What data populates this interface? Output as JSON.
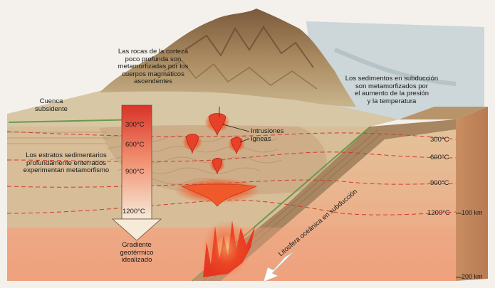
{
  "labels": {
    "upper_crust": "Las rocas de la corteza\npoco profunda son\nmetamorfizadas por los\ncuerpos magmáticos\nascendentes",
    "subducted_sediments": "Los sedimentos en subducción\nson metamorfizados por\nel aumento de la presión\ny la temperatura",
    "basin": "Cuenca\nsubsidente",
    "strata": "Los estratos sedimentarios\nprofundamente enterrados\nexperimentan metamorfismo",
    "intrusions": "Intrusiones\nígneas",
    "gradient": "Gradiente\ngeotérmico\nidealizado",
    "oceanic_lithosphere": "Litosfera oceánica en subducción"
  },
  "gradient_temps": [
    "300°C",
    "600°C",
    "900°C",
    "1200°C"
  ],
  "slab_temps": [
    "300°C",
    "600°C",
    "900°C",
    "1200°C"
  ],
  "depths": [
    "100 km",
    "200 km"
  ],
  "colors": {
    "block_fill": "#d9b48a",
    "mantle": "#e9a37a",
    "magma": "#e83a1e",
    "isotherm": "#d23a2a",
    "slab": "#a9865f",
    "mountain": "#8a6a4a",
    "sea": "#c9d4d8"
  }
}
